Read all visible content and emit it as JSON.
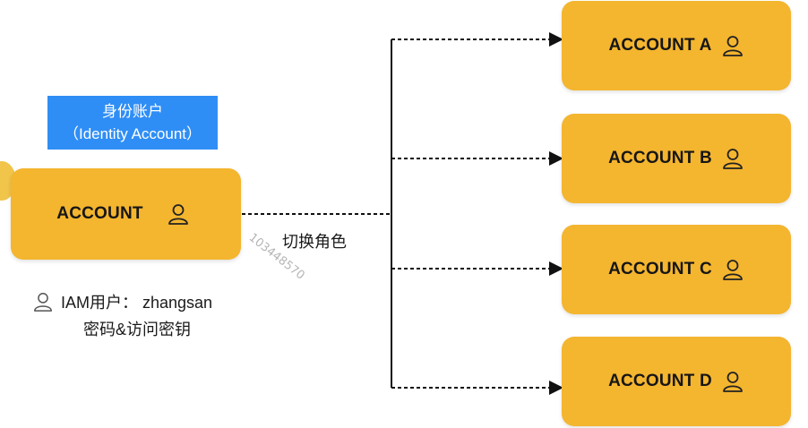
{
  "identity_box": {
    "title": "身份账户",
    "subtitle": "（Identity Account）"
  },
  "source_account": {
    "label": "ACCOUNT",
    "icon": "person-icon"
  },
  "switch_role_label": "切换角色",
  "watermark": "103448570",
  "iam_user": {
    "text": "IAM用户： zhangsan",
    "credentials": "密码&访问密钥",
    "icon": "person-icon"
  },
  "targets": [
    {
      "label": "ACCOUNT A",
      "icon": "person-icon"
    },
    {
      "label": "ACCOUNT B",
      "icon": "person-icon"
    },
    {
      "label": "ACCOUNT C",
      "icon": "person-icon"
    },
    {
      "label": "ACCOUNT D",
      "icon": "person-icon"
    }
  ],
  "colors": {
    "card": "#f4b52f",
    "identity_box": "#2f8ef5",
    "line": "#111111"
  }
}
